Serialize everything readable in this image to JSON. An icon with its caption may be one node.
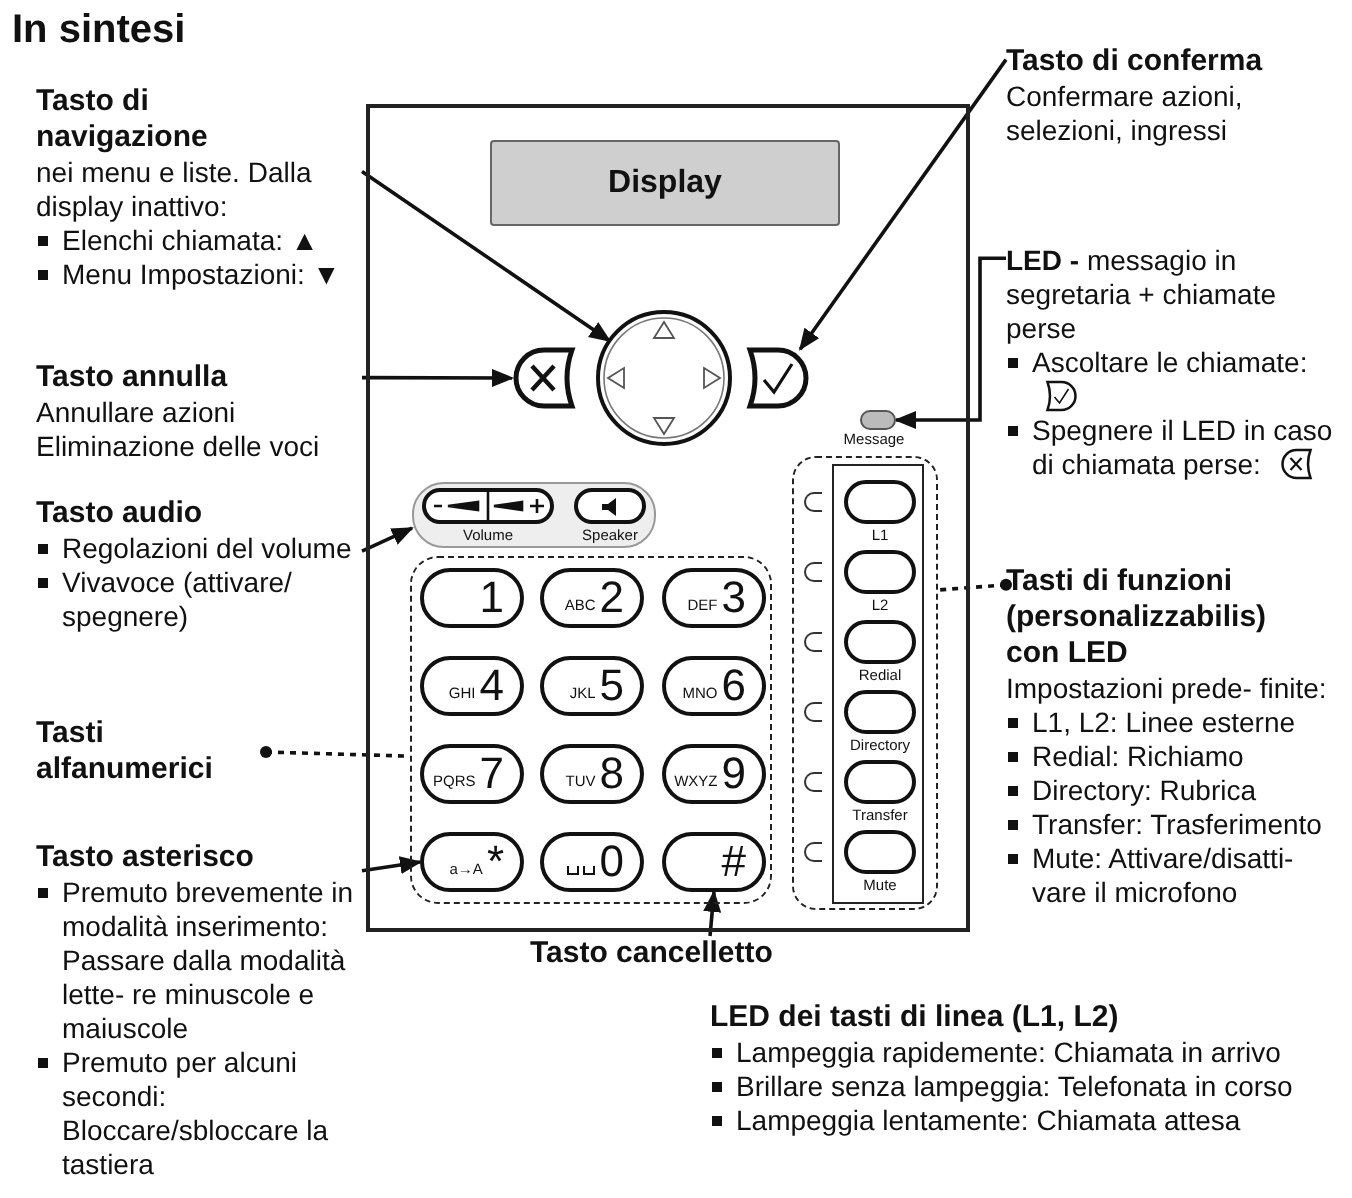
{
  "diagram": {
    "title": "In sintesi",
    "nodes": [
      {
        "text": [],
        "shape": "box"
      },
      {
        "text": [
          "Display"
        ],
        "in": 0
      },
      {
        "text": [],
        "shape": "box",
        "in": 0
      },
      {
        "text": [],
        "shape": "circle",
        "in": 0
      },
      {
        "text": [],
        "shape": "box",
        "in": 0
      },
      {
        "text": [],
        "shape": "box",
        "in": 0,
        "beside": [
          "Message"
        ]
      },
      {
        "text": [
          "Volume",
          "Speaker"
        ],
        "in": 0
      },
      {
        "text": [],
        "shape": "box",
        "in": 0
      },
      {
        "text": [
          "1"
        ],
        "in": 7
      },
      {
        "text": [
          "ABC",
          "2"
        ],
        "in": 7
      },
      {
        "text": [
          "DEF",
          "3"
        ],
        "in": 7
      },
      {
        "text": [
          "GHI",
          "4"
        ],
        "in": 7
      },
      {
        "text": [
          "JKL",
          "5"
        ],
        "in": 7
      },
      {
        "text": [
          "MNO",
          "6"
        ],
        "in": 7
      },
      {
        "text": [
          "PQRS",
          "7"
        ],
        "in": 7
      },
      {
        "text": [
          "TUV",
          "8"
        ],
        "in": 7
      },
      {
        "text": [
          "WXYZ",
          "9"
        ],
        "in": 7
      },
      {
        "text": [
          "a→A",
          "*"
        ],
        "in": 7
      },
      {
        "text": [
          "0"
        ],
        "in": 7
      },
      {
        "text": [
          "#"
        ],
        "in": 7
      },
      {
        "text": [],
        "shape": "box",
        "in": 0
      },
      {
        "text": [
          "L1"
        ],
        "in": 20
      },
      {
        "text": [
          "L2"
        ],
        "in": 20
      },
      {
        "text": [
          "Redial"
        ],
        "in": 20
      },
      {
        "text": [
          "Directory"
        ],
        "in": 20
      },
      {
        "text": [
          "Transfer"
        ],
        "in": 20
      },
      {
        "text": [
          "Mute"
        ],
        "in": 20
      },
      {
        "text": [
          "Tasto di navigazione",
          "nei menu e liste. Dalla display inattivo:",
          "Elenchi chiamata: ▲",
          "Menu Impostazioni: ▼"
        ]
      },
      {
        "text": [
          "Tasto annulla",
          "Annullare azioni",
          "Eliminazione delle voci"
        ]
      },
      {
        "text": [
          "Tasto audio",
          "Regolazioni del volume",
          "Vivavoce (attivare/ spegnere)"
        ]
      },
      {
        "text": [
          "Tasti alfanumerici"
        ]
      },
      {
        "text": [
          "Tasto asterisco",
          "Premuto brevemente in modalità inserimento:",
          "Passare dalla modalità lette- re minuscole e maiuscole",
          "Premuto per alcuni secondi: Bloccare/sbloccare la tastiera"
        ]
      },
      {
        "text": [
          "Tasto cancelletto"
        ]
      },
      {
        "text": [
          "Tasto di conferma",
          "Confermare azioni, selezioni, ingressi"
        ]
      },
      {
        "text": [
          "**LED -** messagio in segretaria + chiamate perse",
          "Ascoltare le chiamate:",
          "Spegnere il LED in caso di chiamata perse:"
        ]
      },
      {
        "text": [
          "Tasti di funzioni (personalizzabilis) con LED",
          "Impostazioni prede- finite:",
          "L1, L2: Linee esterne",
          "Redial: Richiamo",
          "Directory: Rubrica",
          "Transfer: Trasferimento",
          "Mute: Attivare/disatti- vare il microfono"
        ]
      }
    ],
    "edges": [
      {
        "from": 27,
        "to": 3,
        "arrow": "to"
      },
      {
        "from": 28,
        "to": 2,
        "arrow": "to"
      },
      {
        "from": 29,
        "to": 6,
        "arrow": "to"
      },
      {
        "from": 30,
        "to": 7,
        "arrow": "other",
        "style": "dashed"
      },
      {
        "from": 31,
        "to": 17,
        "arrow": "to"
      },
      {
        "from": 32,
        "to": 19,
        "arrow": "to"
      },
      {
        "from": 33,
        "to": 4,
        "arrow": "to"
      },
      {
        "from": 34,
        "to": 5,
        "arrow": "to"
      },
      {
        "from": 35,
        "to": 20,
        "arrow": "other",
        "style": "dashed"
      }
    ],
    "labels": [
      "LED dei tasti di linea (L1, L2)",
      "Lampeggia rapidemente: Chiamata in arrivo",
      "Brillare senza lampeggia: Telefonata in corso",
      "Lampeggia lentamente: Chiamata attesa"
    ]
  }
}
